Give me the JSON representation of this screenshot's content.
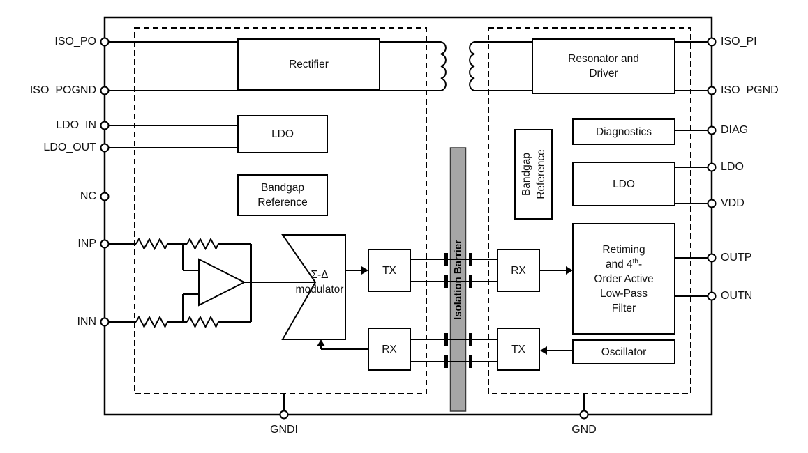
{
  "pins": {
    "left": [
      "ISO_PO",
      "ISO_POGND",
      "LDO_IN",
      "LDO_OUT",
      "NC",
      "INP",
      "INN"
    ],
    "right": [
      "ISO_PI",
      "ISO_PGND",
      "DIAG",
      "LDO",
      "VDD",
      "OUTP",
      "OUTN"
    ],
    "bottom": [
      "GNDI",
      "GND"
    ]
  },
  "blocks": {
    "rectifier": "Rectifier",
    "resonator": {
      "line1": "Resonator and",
      "line2": "Driver"
    },
    "ldo_left": "LDO",
    "bandgap": {
      "line1": "Bandgap",
      "line2": "Reference"
    },
    "modulator": {
      "line1": "Σ-Δ",
      "line2": "modulator"
    },
    "tx": "TX",
    "rx": "RX",
    "diagnostics": "Diagnostics",
    "ldo_right": "LDO",
    "filter": {
      "line1": "Retiming",
      "line2_pre": "and 4",
      "line2_sup": "th",
      "line2_post": "-",
      "line3": "Order Active",
      "line4": "Low-Pass",
      "line5": "Filter"
    },
    "oscillator": "Oscillator",
    "isolation_barrier": "Isolation Barrier"
  },
  "colors": {
    "line": "#000000",
    "barrier_fill": "#a6a6a6",
    "barrier_stroke": "#3a3a3a",
    "background": "#ffffff"
  }
}
